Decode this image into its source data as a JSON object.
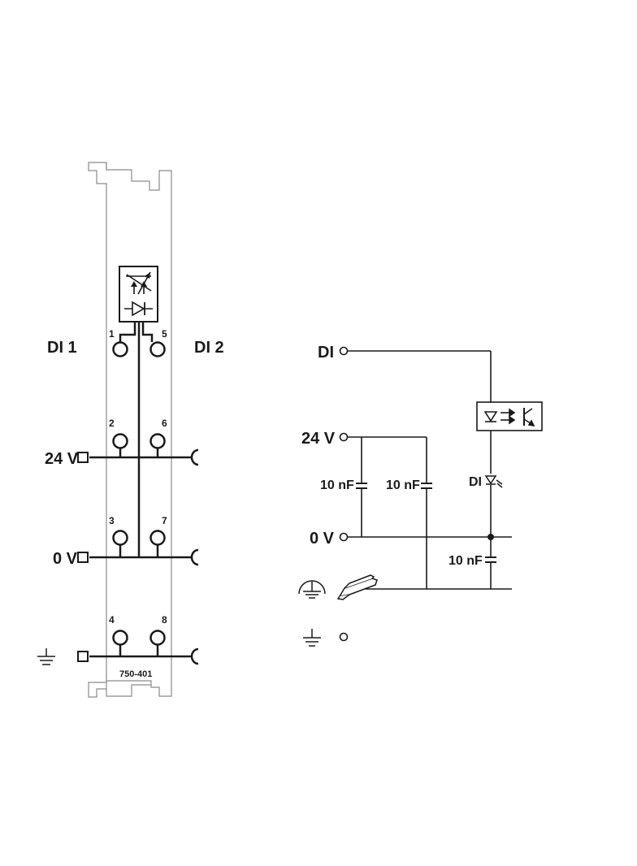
{
  "left_module": {
    "channel_left": "DI 1",
    "channel_right": "DI 2",
    "terminals": [
      "1",
      "5",
      "2",
      "6",
      "3",
      "7",
      "4",
      "8"
    ],
    "rail_24v": "24 V",
    "rail_0v": "0 V",
    "module_id": "750-401"
  },
  "schematic": {
    "input_label": "DI",
    "supply_label": "24 V",
    "ground_label": "0 V",
    "cap1": "10 nF",
    "cap2": "10 nF",
    "cap3": "10 nF",
    "led_label": "DI"
  },
  "colors": {
    "line": "#1a1a1a",
    "housing": "#8a8a8a"
  }
}
